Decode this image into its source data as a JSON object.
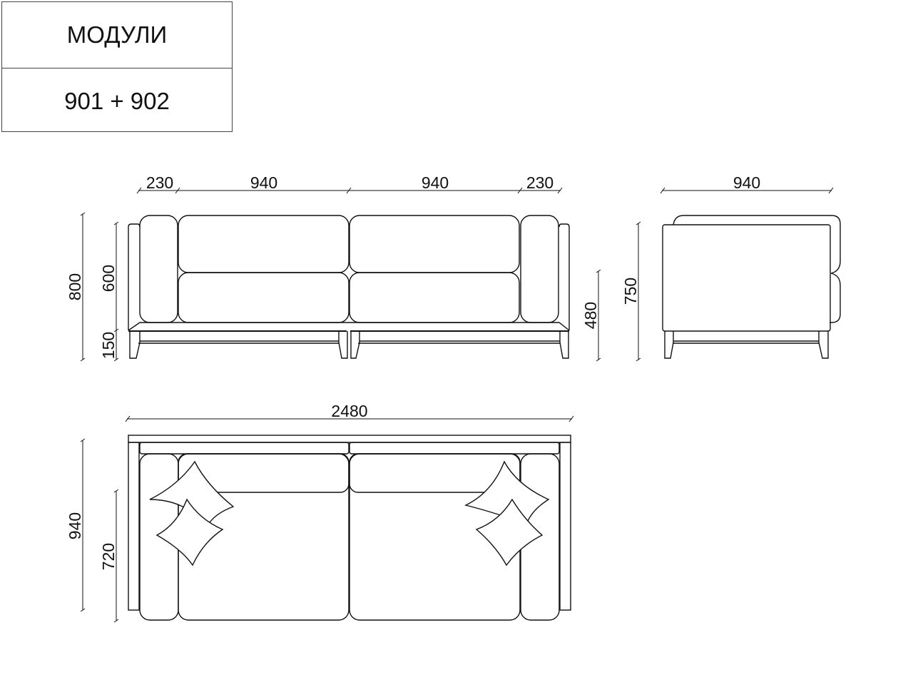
{
  "title_block": {
    "heading": "МОДУЛИ",
    "modules": "901 + 902"
  },
  "front_view": {
    "dim_top": [
      "230",
      "940",
      "940",
      "230"
    ],
    "dim_total_height": "800",
    "dim_back_height": "600",
    "dim_leg_height": "150",
    "dim_seat_height": "480"
  },
  "side_view": {
    "dim_depth": "940",
    "dim_height": "750"
  },
  "top_view": {
    "dim_total_width": "2480",
    "dim_depth": "940",
    "dim_seat_depth": "720"
  }
}
